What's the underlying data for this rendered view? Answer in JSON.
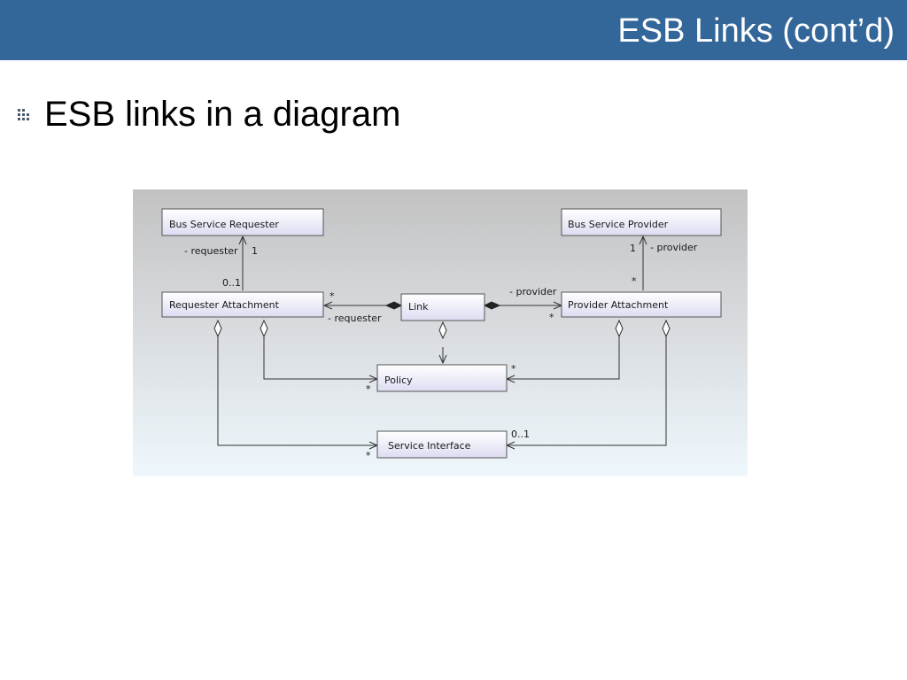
{
  "slide": {
    "title": "ESB Links (cont’d)",
    "bullet": "ESB links in a diagram"
  },
  "colors": {
    "title_bar": "#336699",
    "title_text": "#ffffff",
    "diagram_bg_top": "#c2c2c2",
    "diagram_bg_bottom": "#eef7fc",
    "class_box_top": "#ffffff",
    "class_box_bottom": "#dcdcf2"
  },
  "diagram": {
    "classes": {
      "bus_service_requester": "Bus Service Requester",
      "bus_service_provider": "Bus Service Provider",
      "requester_attachment": "Requester Attachment",
      "link": "Link",
      "provider_attachment": "Provider Attachment",
      "policy": "Policy",
      "service_interface": "Service Interface"
    },
    "labels": {
      "requester_role_top": "- requester",
      "requester_mult_one": "1",
      "requester_mult_zero_one": "0..1",
      "provider_mult_one": "1",
      "provider_role_top": "- provider",
      "provider_attachment_star": "*",
      "requester_link_star": "*",
      "requester_role_link": "- requester",
      "provider_role_link": "- provider",
      "provider_link_star": "*",
      "policy_star_left": "*",
      "policy_star_right": "*",
      "service_interface_star": "*",
      "service_interface_mult": "0..1"
    }
  }
}
